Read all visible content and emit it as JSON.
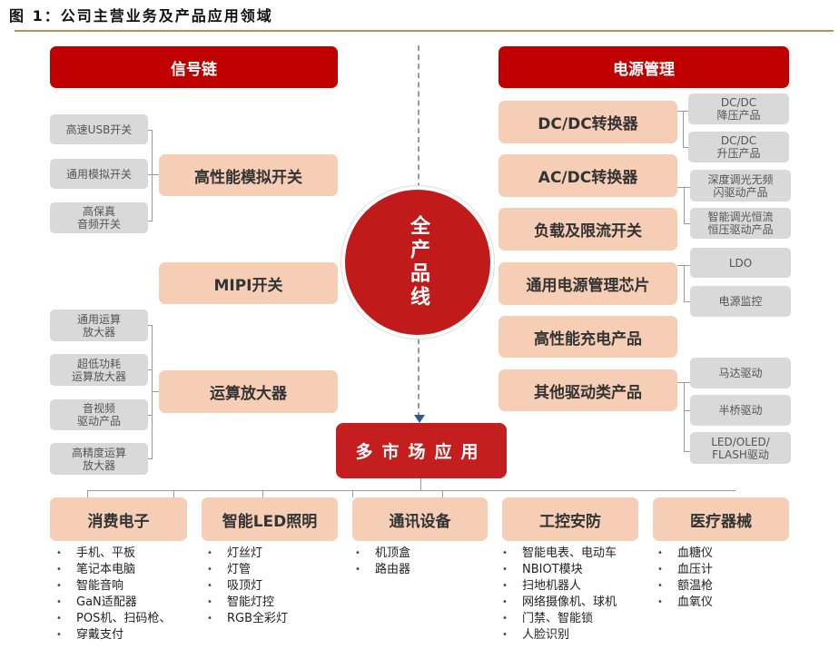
{
  "title": "图 1：公司主营业务及产品应用领域",
  "signal_chain": {
    "header": "信号链",
    "groups": [
      {
        "label": "高性能模拟开关",
        "subs": [
          "高速USB开关",
          "通用模拟开关",
          "高保真\n音频开关"
        ]
      },
      {
        "label": "MIPI开关",
        "subs": []
      },
      {
        "label": "运算放大器",
        "subs": [
          "通用运算\n放大器",
          "超低功耗\n运算放大器",
          "音视频\n驱动产品",
          "高精度运算\n放大器"
        ]
      }
    ]
  },
  "power": {
    "header": "电源管理",
    "items": [
      "DC/DC转换器",
      "AC/DC转换器",
      "负载及限流开关",
      "通用电源管理芯片",
      "高性能充电产品",
      "其他驱动类产品"
    ],
    "subs": [
      "DC/DC\n降压产品",
      "DC/DC\n升压产品",
      "深度调光无频\n闪驱动产品",
      "智能调光恒流\n恒压驱动产品",
      "LDO",
      "电源监控",
      "马达驱动",
      "半桥驱动",
      "LED/OLED/\nFLASH驱动"
    ]
  },
  "center": "全产品线",
  "market": {
    "label": "多市场应用",
    "categories": [
      {
        "label": "消费电子",
        "items": [
          "手机、平板",
          "笔记本电脑",
          "智能音响",
          "GaN适配器",
          "POS机、扫码枪、",
          "穿戴支付"
        ]
      },
      {
        "label": "智能LED照明",
        "items": [
          "灯丝灯",
          "灯管",
          "吸顶灯",
          "智能灯控",
          "RGB全彩灯"
        ]
      },
      {
        "label": "通讯设备",
        "items": [
          "机顶盒",
          "路由器"
        ]
      },
      {
        "label": "工控安防",
        "items": [
          "智能电表、电动车",
          "NBIOT模块",
          "扫地机器人",
          "网络摄像机、球机",
          "门禁、智能锁",
          "人脸识别"
        ]
      },
      {
        "label": "医疗器械",
        "items": [
          "血糖仪",
          "血压计",
          "额温枪",
          "血氧仪"
        ]
      }
    ]
  }
}
